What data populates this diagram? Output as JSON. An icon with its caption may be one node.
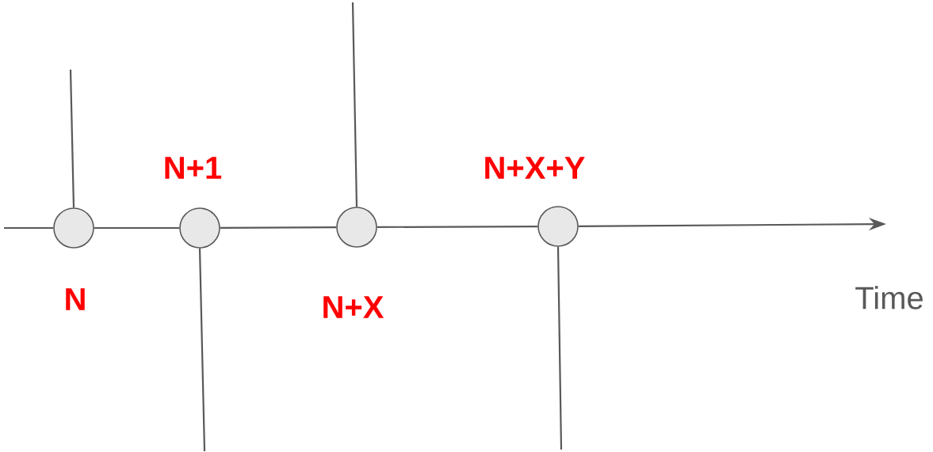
{
  "diagram": {
    "nodes": [
      {
        "text": [],
        "shape": "circle",
        "beside": [
          "N"
        ]
      },
      {
        "text": [],
        "shape": "circle",
        "beside": [
          "N+1"
        ]
      },
      {
        "text": [],
        "shape": "circle",
        "beside": [
          "N+X"
        ]
      },
      {
        "text": [],
        "shape": "circle",
        "beside": [
          "N+X+Y"
        ]
      }
    ],
    "edges": [
      {
        "from": null,
        "to": 0,
        "arrow": "none"
      },
      {
        "from": 0,
        "to": 1,
        "arrow": "none"
      },
      {
        "from": 1,
        "to": 2,
        "arrow": "none"
      },
      {
        "from": 2,
        "to": 3,
        "arrow": "none"
      },
      {
        "from": 3,
        "to": null,
        "arrow": "to"
      },
      {
        "from": 0,
        "to": null,
        "arrow": "none"
      },
      {
        "from": 1,
        "to": null,
        "arrow": "none"
      },
      {
        "from": 2,
        "to": null,
        "arrow": "none"
      },
      {
        "from": 3,
        "to": null,
        "arrow": "none"
      }
    ],
    "labels": [
      "Time"
    ]
  }
}
